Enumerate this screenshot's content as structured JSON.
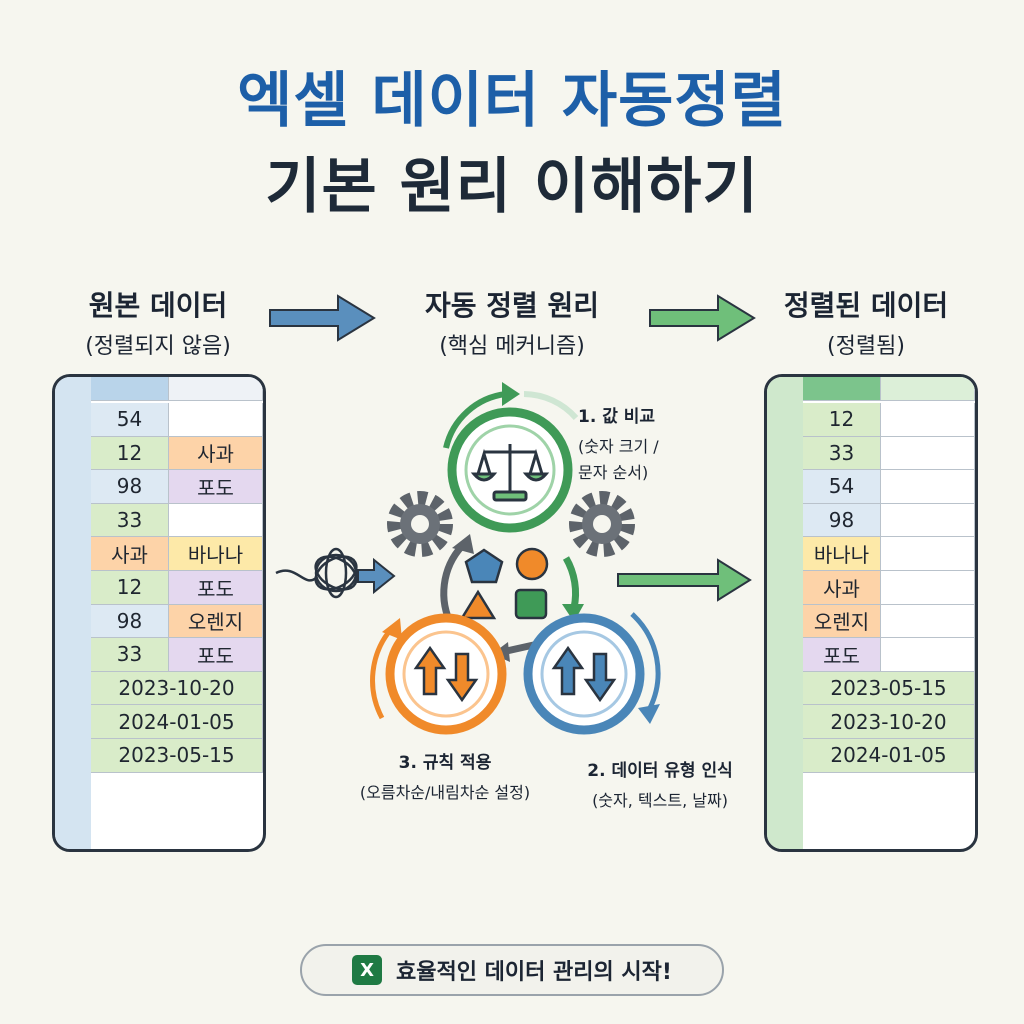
{
  "title": {
    "line1": "엑셀 데이터 자동정렬",
    "line2": "기본 원리 이해하기"
  },
  "columns": {
    "original": {
      "heading": "원본 데이터",
      "sub": "(정렬되지 않음)"
    },
    "mechanism": {
      "heading": "자동 정렬 원리",
      "sub": "(핵심 메커니즘)"
    },
    "sorted": {
      "heading": "정렬된 데이터",
      "sub": "(정렬됨)"
    }
  },
  "steps": {
    "compare": {
      "label": "1. 값 비교",
      "sub1": "(숫자 크기 /",
      "sub2": "문자 순서)"
    },
    "types": {
      "label": "2. 데이터 유형 인식",
      "sub": "(숫자, 텍스트, 날짜)"
    },
    "rules": {
      "label": "3. 규칙 적용",
      "sub": "(오름차순/내림차순 설정)"
    }
  },
  "original_rows": [
    {
      "a": "54",
      "b": "",
      "ca": "#dde9f3",
      "cb": "#ffffff"
    },
    {
      "a": "12",
      "b": "사과",
      "ca": "#d9ecc9",
      "cb": "#fdd3a8"
    },
    {
      "a": "98",
      "b": "포도",
      "ca": "#dde9f3",
      "cb": "#e4d8ef"
    },
    {
      "a": "33",
      "b": "",
      "ca": "#d9ecc9",
      "cb": "#ffffff"
    },
    {
      "a": "사과",
      "b": "바나나",
      "ca": "#fdd3a8",
      "cb": "#fde9a8"
    },
    {
      "a": "12",
      "b": "포도",
      "ca": "#d9ecc9",
      "cb": "#e4d8ef"
    },
    {
      "a": "98",
      "b": "오렌지",
      "ca": "#dde9f3",
      "cb": "#fdd3a8"
    },
    {
      "a": "33",
      "b": "포도",
      "ca": "#d9ecc9",
      "cb": "#e4d8ef"
    },
    {
      "a": "2023-10-20",
      "b": "",
      "ca": "#d9ecc9",
      "cb": "",
      "wide": true
    },
    {
      "a": "2024-01-05",
      "b": "",
      "ca": "#d9ecc9",
      "cb": "",
      "wide": true
    },
    {
      "a": "2023-05-15",
      "b": "",
      "ca": "#d9ecc9",
      "cb": "",
      "wide": true
    }
  ],
  "sorted_rows": [
    {
      "a": "12",
      "ca": "#d9ecc9"
    },
    {
      "a": "33",
      "ca": "#d9ecc9"
    },
    {
      "a": "54",
      "ca": "#dde9f3"
    },
    {
      "a": "98",
      "ca": "#dde9f3"
    },
    {
      "a": "바나나",
      "ca": "#fde9a8"
    },
    {
      "a": "사과",
      "ca": "#fdd3a8"
    },
    {
      "a": "오렌지",
      "ca": "#fdd3a8"
    },
    {
      "a": "포도",
      "ca": "#e4d8ef"
    },
    {
      "a": "2023-05-15",
      "ca": "#d9ecc9",
      "wide": true
    },
    {
      "a": "2023-10-20",
      "ca": "#d9ecc9",
      "wide": true
    },
    {
      "a": "2024-01-05",
      "ca": "#d9ecc9",
      "wide": true
    }
  ],
  "colors": {
    "blue": "#1d5fa8",
    "green": "#3f9a57",
    "orange": "#f08a2a",
    "steel": "#4a86b8",
    "gear": "#6b7178"
  },
  "icons": [
    "arrow-right-icon",
    "scale-icon",
    "gear-icon",
    "sort-arrows-icon",
    "shapes-icon",
    "tangle-icon",
    "excel-logo-icon"
  ],
  "footer": {
    "logo_letter": "X",
    "text": "효율적인 데이터 관리의 시작!"
  }
}
